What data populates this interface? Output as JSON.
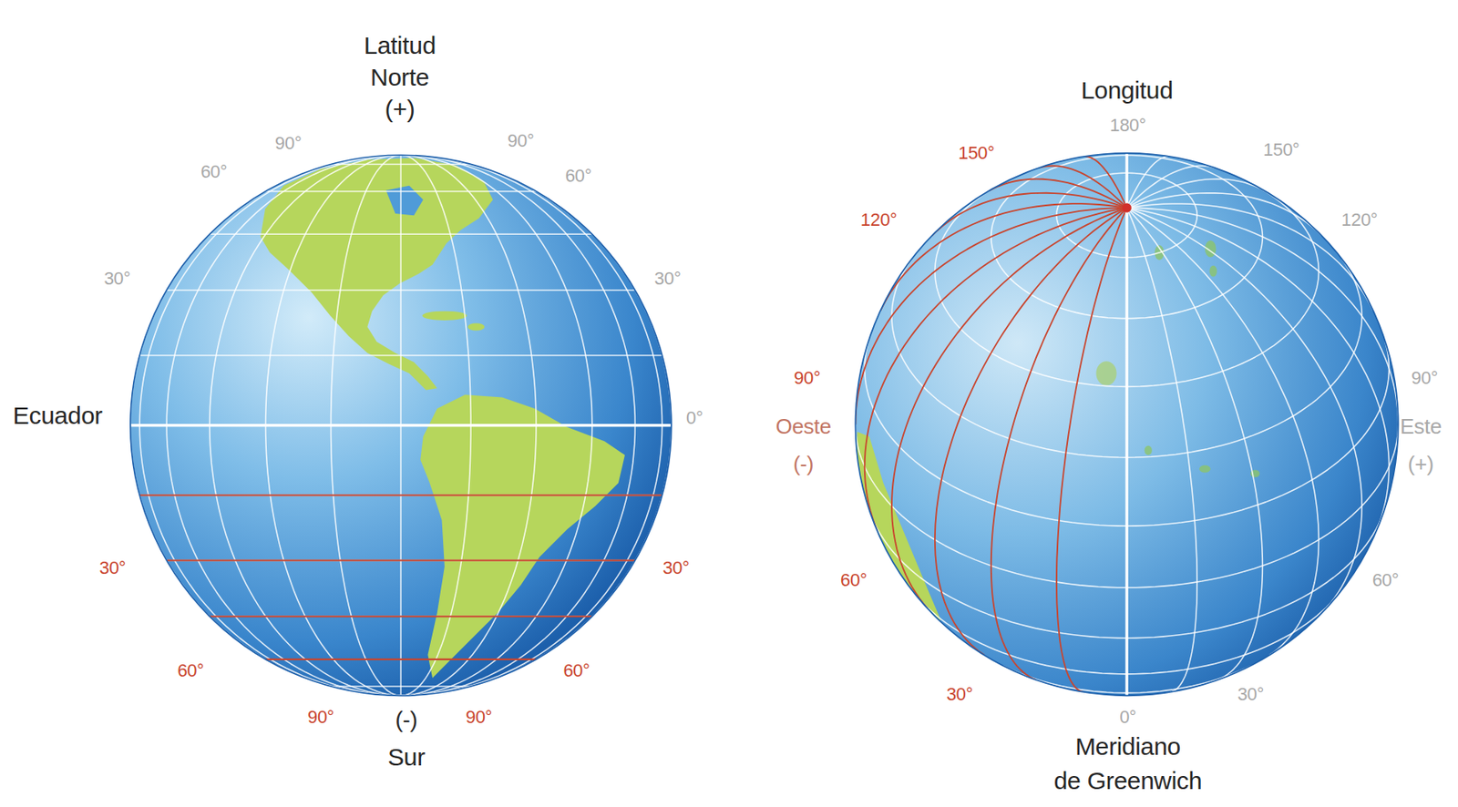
{
  "diagram": {
    "labels": [
      "Latitud Norte (+)",
      "90°",
      "90°",
      "60°",
      "60°",
      "30°",
      "30°",
      "Ecuador",
      "0°",
      "30°",
      "30°",
      "60°",
      "60°",
      "90°",
      "(-)",
      "90°",
      "Sur",
      "Longitud",
      "180°",
      "150°",
      "150°",
      "120°",
      "120°",
      "90°",
      "Oeste",
      "(-)",
      "90°",
      "Este",
      "(+)",
      "60°",
      "60°",
      "30°",
      "30°",
      "0°",
      "Meridiano",
      "de Greenwich"
    ]
  }
}
